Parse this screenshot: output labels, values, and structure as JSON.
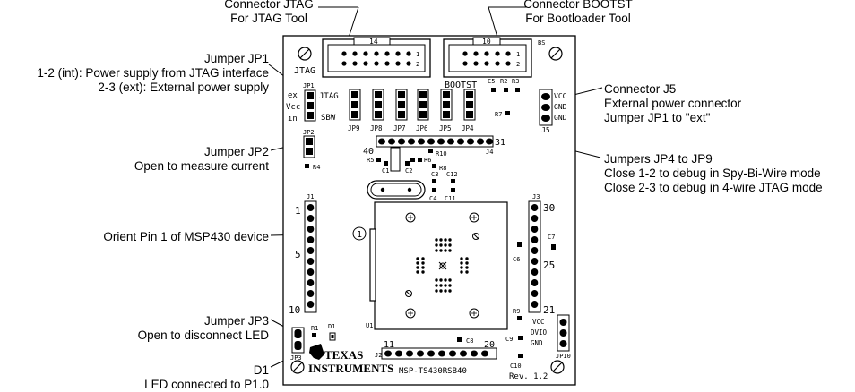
{
  "callouts": {
    "jtag_connector": {
      "line1": "Connector JTAG",
      "line2": "For JTAG Tool"
    },
    "boot_connector": {
      "line1": "Connector BOOTST",
      "line2": "For Bootloader Tool"
    },
    "jp1": {
      "line1": "Jumper JP1",
      "line2": "1-2 (int): Power supply from JTAG interface",
      "line3": "2-3 (ext): External power supply"
    },
    "jp2": {
      "line1": "Jumper JP2",
      "line2": "Open to measure current"
    },
    "pin1": {
      "line1": "Orient Pin 1 of MSP430 device"
    },
    "jp3": {
      "line1": "Jumper JP3",
      "line2": "Open to disconnect LED"
    },
    "d1": {
      "line1": "D1",
      "line2": "LED connected to P1.0"
    },
    "j5": {
      "line1": "Connector J5",
      "line2": "External power connector",
      "line3": "Jumper JP1 to \"ext\""
    },
    "jp4_9": {
      "line1": "Jumpers JP4 to JP9",
      "line2": "Close 1-2 to debug in Spy-Bi-Wire mode",
      "line3": "Close 2-3 to debug in 4-wire JTAG mode"
    }
  },
  "board": {
    "jtag_label": "JTAG",
    "jtag_count": "14",
    "boot_label": "BOOTST",
    "boot_count": "10",
    "bs_label": "BS",
    "pin_1": "1",
    "pin_2": "2",
    "jp1": "JP1",
    "ex": "ex",
    "vcc_lower": "Vcc",
    "in": "in",
    "jtag_small": "JTAG",
    "sbw": "SBW",
    "jp2": "JP2",
    "jp3": "JP3",
    "jp9": "JP9",
    "jp8": "JP8",
    "jp7": "JP7",
    "jp6": "JP6",
    "jp5": "JP5",
    "jp4": "JP4",
    "c5": "C5",
    "r2": "R2",
    "r3": "R3",
    "r7": "R7",
    "vcc": "VCC",
    "gnd": "GND",
    "j5": "J5",
    "n40": "40",
    "n31": "31",
    "j4": "J4",
    "r5": "R5",
    "r6": "R6",
    "r10": "R10",
    "r4": "R4",
    "r8": "R8",
    "c1": "C1",
    "c2": "C2",
    "c3": "C3",
    "c12": "C12",
    "c4": "C4",
    "c11": "C11",
    "j1": "J1",
    "j3": "J3",
    "n1": "1",
    "n5": "5",
    "n10": "10",
    "n30": "30",
    "n25": "25",
    "n21": "21",
    "c7": "C7",
    "c6": "C6",
    "r9": "R9",
    "dvio": "DVIO",
    "c9": "C9",
    "c10": "C10",
    "jp10": "JP10",
    "r1": "R1",
    "d1": "D1",
    "c8": "C8",
    "n11": "11",
    "n20": "20",
    "j2": "J2",
    "u1": "U1",
    "ti_line1": "TEXAS",
    "ti_line2": "INSTRUMENTS",
    "model": "MSP-TS430RSB40",
    "rev": "Rev. 1.2",
    "pin1_marker": "1"
  }
}
